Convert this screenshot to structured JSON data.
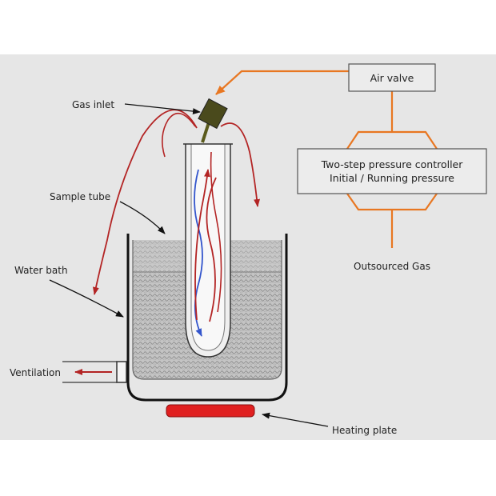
{
  "labels": {
    "gas_inlet": "Gas inlet",
    "sample_tube": "Sample tube",
    "water_bath": "Water bath",
    "ventilation": "Ventilation",
    "heating_plate": "Heating plate",
    "air_valve": "Air valve",
    "controller_line1": "Two-step pressure controller",
    "controller_line2": "Initial / Running pressure",
    "outsourced_gas": "Outsourced Gas"
  },
  "colors": {
    "background_band": "#e6e6e6",
    "orange_line": "#e87722",
    "red_flow": "#b32424",
    "blue_flow": "#3355cc",
    "heater": "#e02020",
    "inlet": "#4a4a1c",
    "liquid": "#b7b7b7"
  }
}
